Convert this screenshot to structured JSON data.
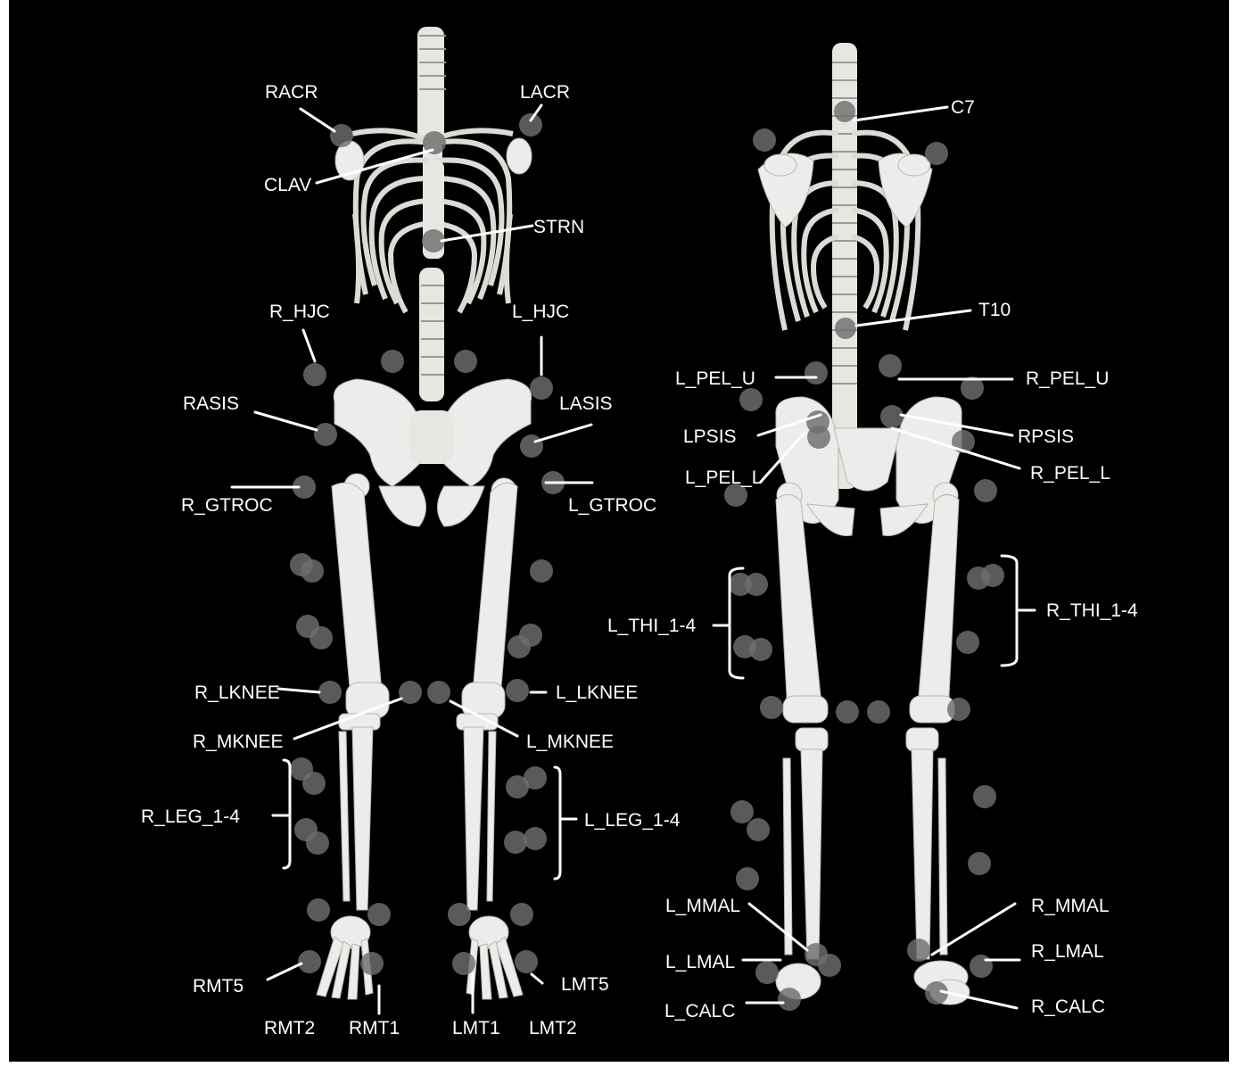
{
  "labels": {
    "racr": "RACR",
    "lacr_front": "LACR",
    "clav": "CLAV",
    "strn": "STRN",
    "r_hjc": "R_HJC",
    "l_hjc": "L_HJC",
    "rasis": "RASIS",
    "lasis": "LASIS",
    "r_gtroc": "R_GTROC",
    "l_gtroc": "L_GTROC",
    "r_lknee": "R_LKNEE",
    "l_lknee": "L_LKNEE",
    "r_mknee": "R_MKNEE",
    "l_mknee": "L_MKNEE",
    "r_leg_front": "R_LEG_1-4",
    "l_leg_front": "L_LEG_1-4",
    "rmt5": "RMT5",
    "rmt2": "RMT2",
    "rmt1": "RMT1",
    "lmt1": "LMT1",
    "lmt2": "LMT2",
    "lmt5": "LMT5",
    "c7": "C7",
    "t10": "T10",
    "l_pel_u": "L_PEL_U",
    "r_pel_u": "R_PEL_U",
    "lpsis": "LPSIS",
    "rpsis": "RPSIS",
    "l_pel_l": "L_PEL_L",
    "r_pel_l": "R_PEL_L",
    "l_thi": "L_THI_1-4",
    "r_thi": "R_THI_1-4",
    "l_mmal": "L_MMAL",
    "r_mmal": "R_MMAL",
    "l_lmal": "L_LMAL",
    "r_lmal": "R_LMAL",
    "l_calc": "L_CALC",
    "r_calc": "R_CALC"
  },
  "colors": {
    "background": "#000000",
    "bone": "#ececea",
    "marker": "#6e6e6e",
    "label": "#ffffff"
  }
}
